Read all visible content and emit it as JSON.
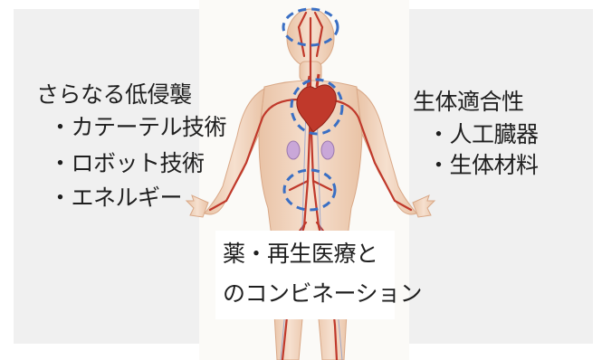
{
  "left_group": {
    "heading": "さらなる低侵襲",
    "items": [
      "・カテーテル技術",
      "・ロボット技術",
      "・エネルギー"
    ]
  },
  "right_group": {
    "heading": "生体適合性",
    "items": [
      "・人工臓器",
      "・生体材料"
    ]
  },
  "center_group": {
    "lines": [
      "薬・再生医療と",
      "のコンビネーション"
    ]
  },
  "colors": {
    "panel": "#f0f0f0",
    "dashed_circle": "#3a6fc4",
    "artery": "#c0392b",
    "skin": "#f3d9c3"
  },
  "highlights": [
    "head",
    "heart",
    "pelvis"
  ]
}
